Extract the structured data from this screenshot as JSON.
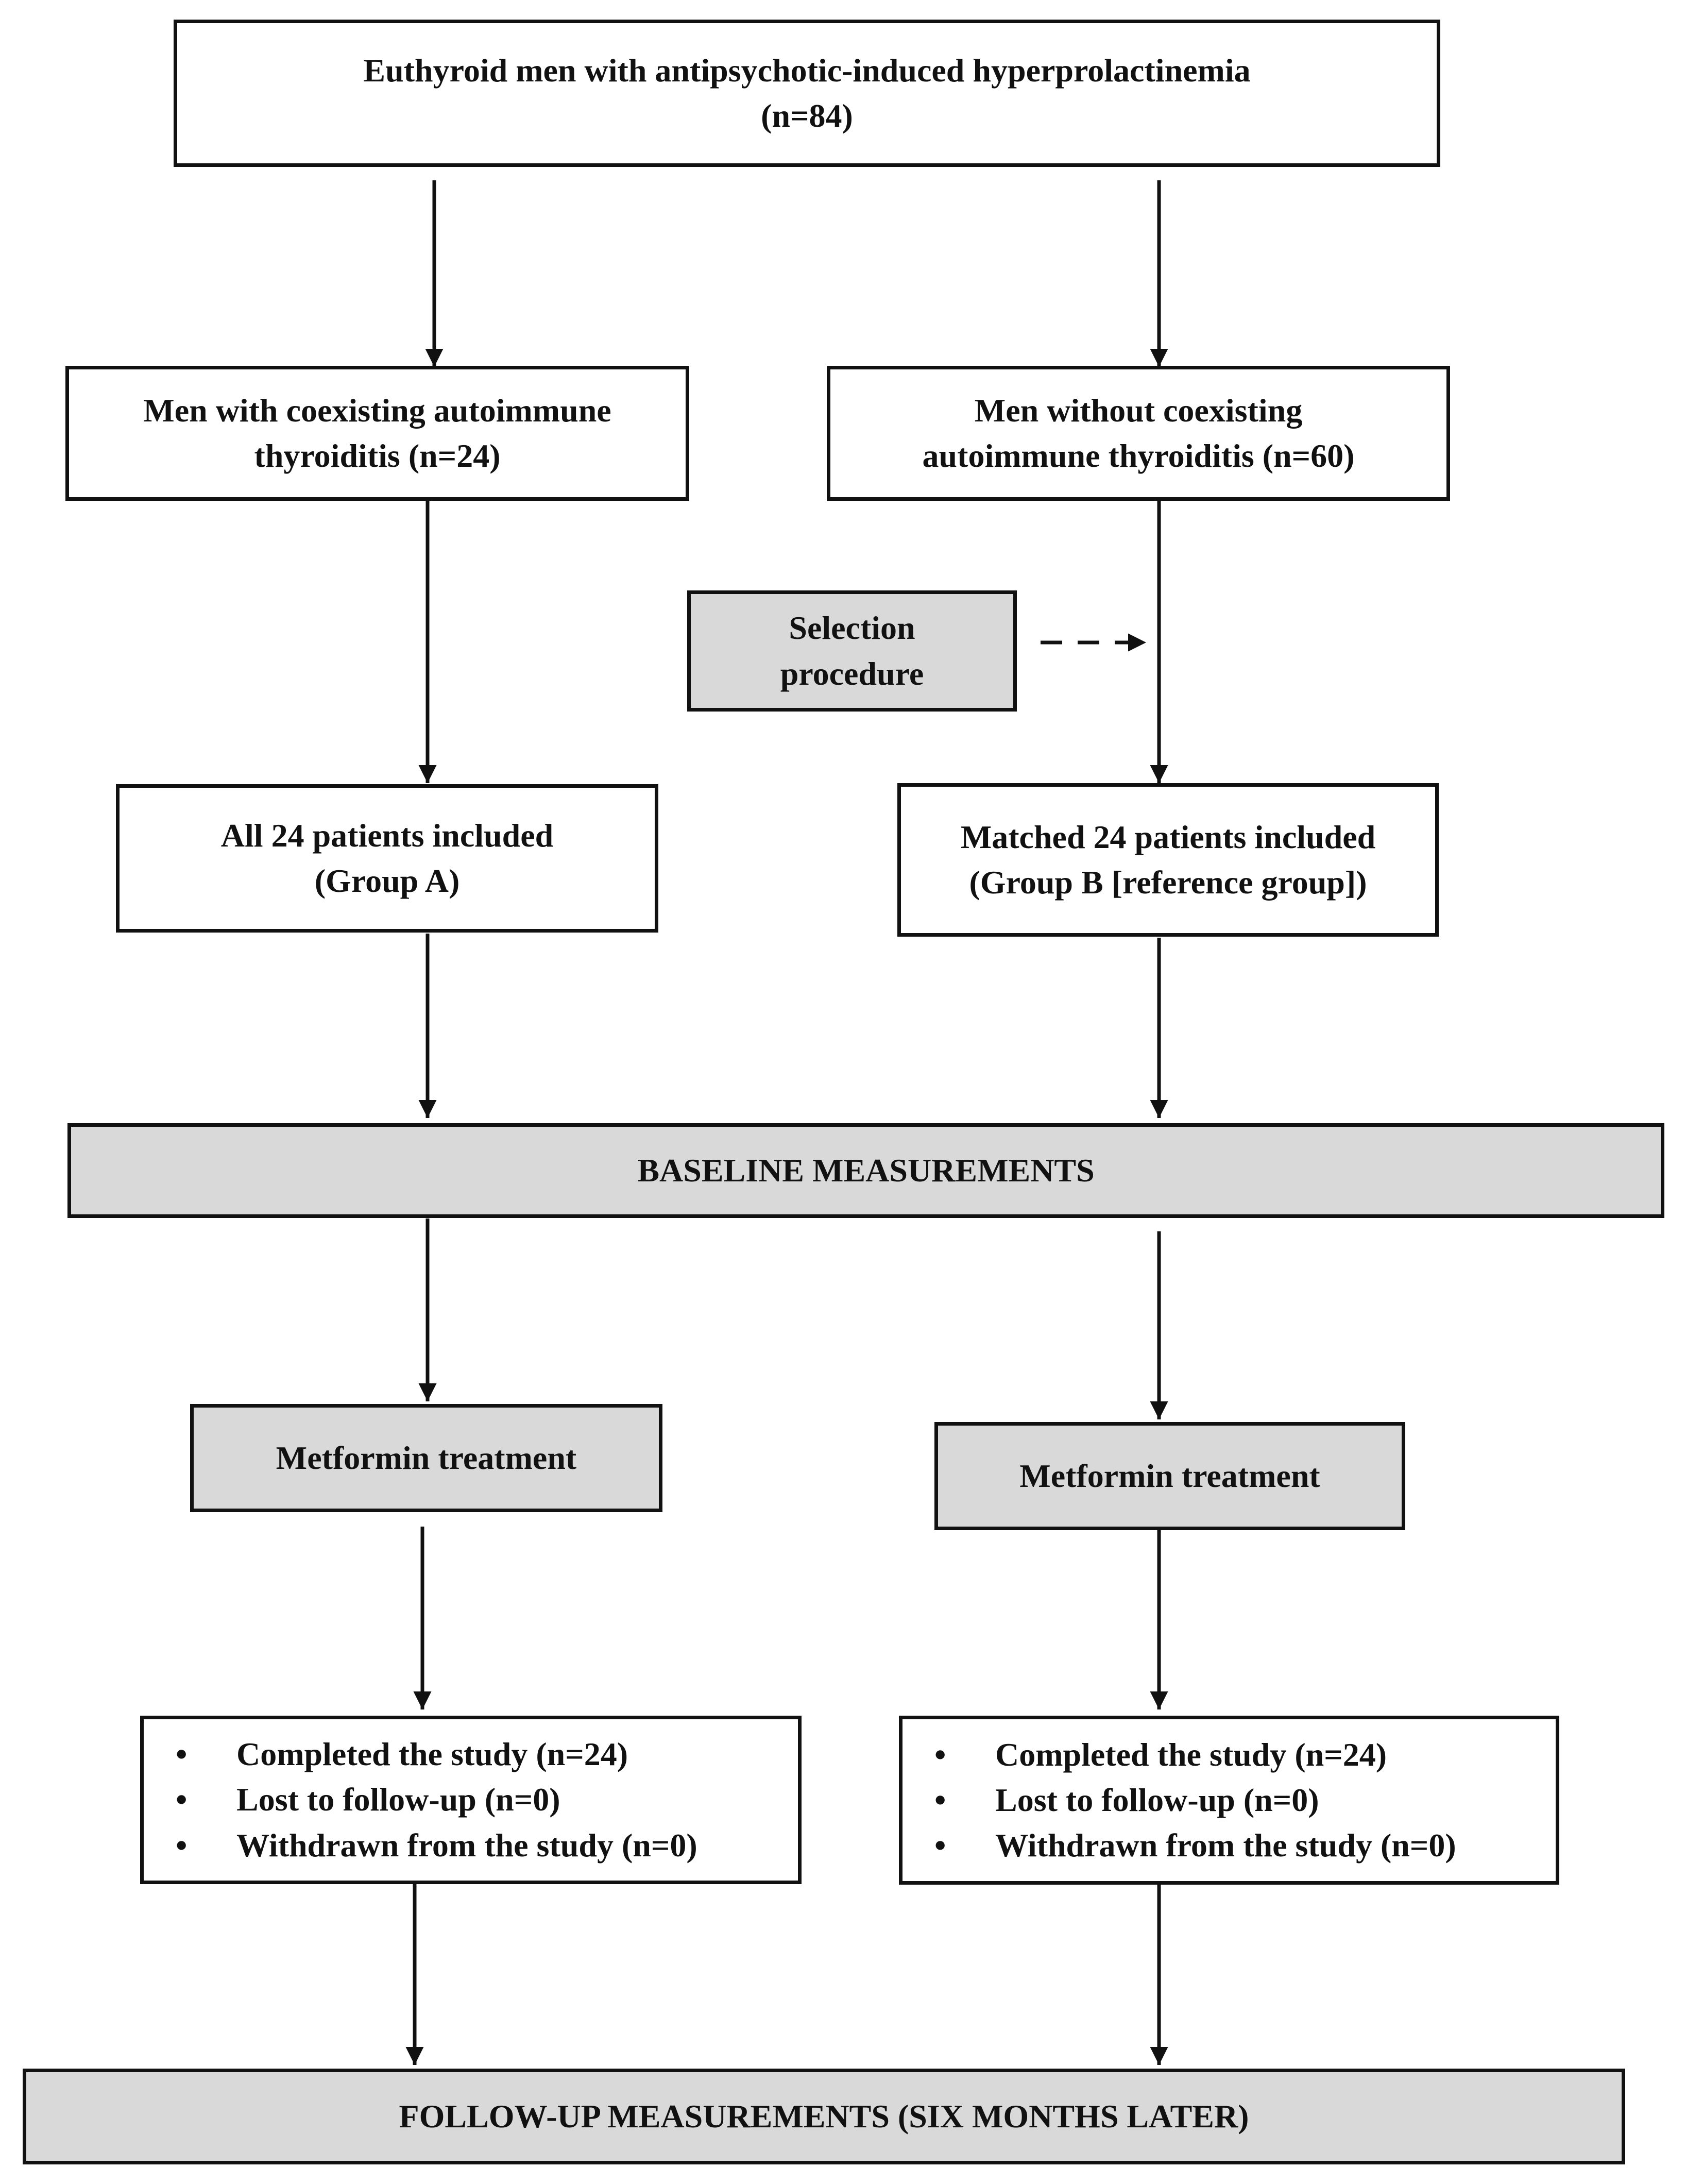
{
  "top": {
    "line1": "Euthyroid men with antipsychotic-induced hyperprolactinemia",
    "line2": "(n=84)"
  },
  "left": {
    "subgroup": {
      "line1": "Men with coexisting autoimmune",
      "line2": "thyroiditis (n=24)"
    },
    "included": {
      "line1": "All 24 patients included",
      "line2": "(Group A)"
    },
    "treatment": "Metformin treatment",
    "outcomes": [
      "Completed the study (n=24)",
      "Lost to follow-up (n=0)",
      "Withdrawn from the study (n=0)"
    ]
  },
  "right": {
    "subgroup": {
      "line1": "Men without coexisting",
      "line2": "autoimmune thyroiditis (n=60)"
    },
    "selection": {
      "line1": "Selection",
      "line2": "procedure"
    },
    "included": {
      "line1": "Matched 24 patients included",
      "line2": "(Group B [reference group])"
    },
    "treatment": "Metformin treatment",
    "outcomes": [
      "Completed the study (n=24)",
      "Lost to follow-up (n=0)",
      "Withdrawn from the study (n=0)"
    ]
  },
  "baseline": "BASELINE MEASUREMENTS",
  "followup": "FOLLOW-UP MEASUREMENTS (SIX MONTHS LATER)",
  "colors": {
    "stroke": "#111111",
    "shaded_fill": "#d9d9d9",
    "plain_fill": "#ffffff"
  }
}
